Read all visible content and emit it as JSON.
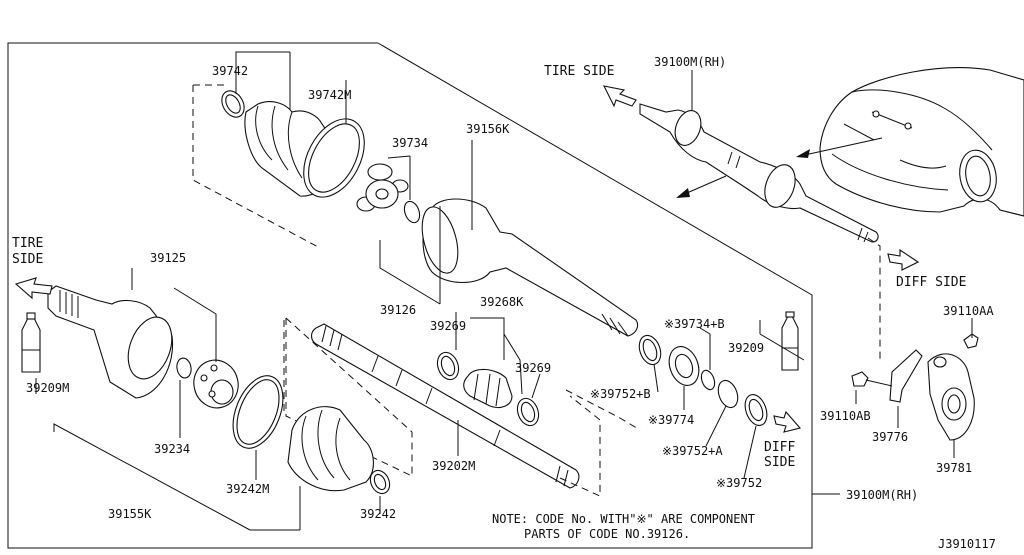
{
  "labels": {
    "p39742": "39742",
    "p39742m": "39742M",
    "p39734": "39734",
    "p39156k": "39156K",
    "p39125": "39125",
    "p39126": "39126",
    "p39268k": "39268K",
    "p39269a": "39269",
    "p39269b": "39269",
    "p39734b": "※39734+B",
    "p39209": "39209",
    "p39209m": "39209M",
    "p39752b": "※39752+B",
    "p39774": "※39774",
    "p39752a": "※39752+A",
    "p39752": "※39752",
    "p39234": "39234",
    "p39242m": "39242M",
    "p39242": "39242",
    "p39155k": "39155K",
    "p39202m": "39202M",
    "p39100m_top": "39100M(RH)",
    "p39100m_bottom": "39100M(RH)",
    "p39110aa": "39110AA",
    "p39110ab": "39110AB",
    "p39776": "39776",
    "p39781": "39781"
  },
  "directions": {
    "tire_side_top": "TIRE SIDE",
    "tire_left_1": "TIRE",
    "tire_left_2": "SIDE",
    "diff_side_right": "DIFF SIDE",
    "diff_1": "DIFF",
    "diff_2": "SIDE"
  },
  "note": {
    "line1": "NOTE: CODE No.  WITH\"※\" ARE COMPONENT",
    "line2": "PARTS OF CODE NO.39126."
  },
  "diagram_id": "J3910117"
}
